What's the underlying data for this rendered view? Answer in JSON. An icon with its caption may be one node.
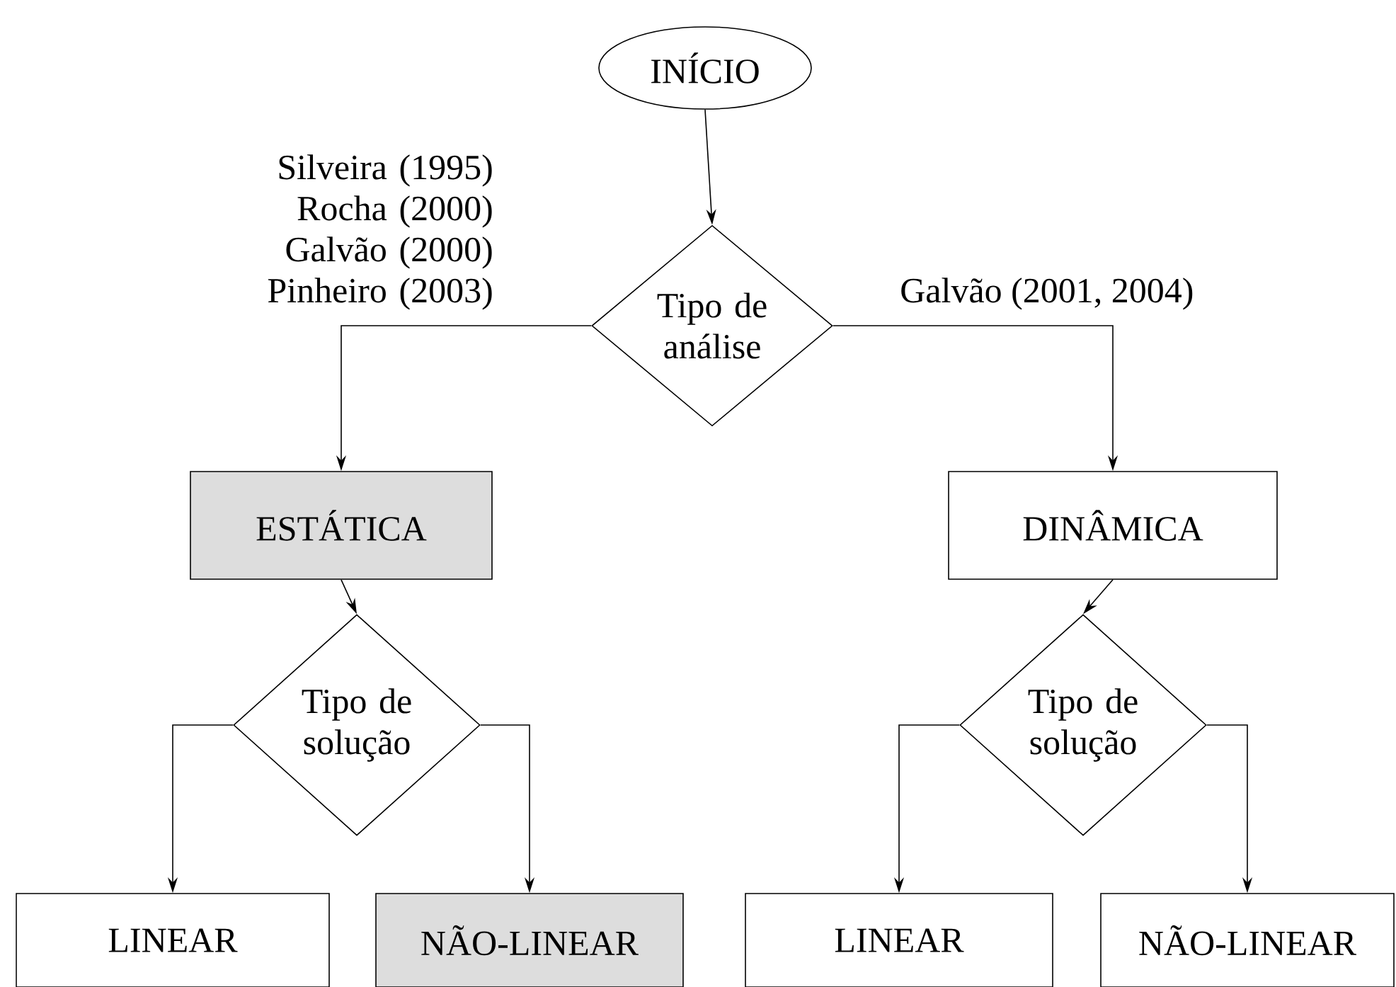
{
  "diagram": {
    "nodes": [
      {
        "text": [
          "INÍCIO"
        ]
      },
      {
        "text": [
          "Tipo de análise"
        ]
      },
      {
        "text": [
          "ESTÁTICA"
        ]
      },
      {
        "text": [
          "DINÂMICA"
        ]
      },
      {
        "text": [
          "Tipo de solução"
        ]
      },
      {
        "text": [
          "Tipo de solução"
        ]
      },
      {
        "text": [
          "LINEAR"
        ]
      },
      {
        "text": [
          "NÃO-LINEAR"
        ]
      },
      {
        "text": [
          "LINEAR"
        ]
      },
      {
        "text": [
          "NÃO-LINEAR"
        ]
      }
    ],
    "edges": [
      {
        "from": 0,
        "to": 1,
        "arrow": "to"
      },
      {
        "from": 1,
        "to": 2,
        "arrow": "to",
        "label": "Silveira (1995) Rocha (2000) Galvão (2000) Pinheiro (2003)"
      },
      {
        "from": 1,
        "to": 3,
        "arrow": "to",
        "label": "Galvão (2001, 2004)"
      },
      {
        "from": 2,
        "to": 4,
        "arrow": "to"
      },
      {
        "from": 3,
        "to": 5,
        "arrow": "to"
      },
      {
        "from": 4,
        "to": 6,
        "arrow": "to"
      },
      {
        "from": 4,
        "to": 7,
        "arrow": "to"
      },
      {
        "from": 5,
        "to": 8,
        "arrow": "to"
      },
      {
        "from": 5,
        "to": 9,
        "arrow": "to"
      }
    ]
  }
}
